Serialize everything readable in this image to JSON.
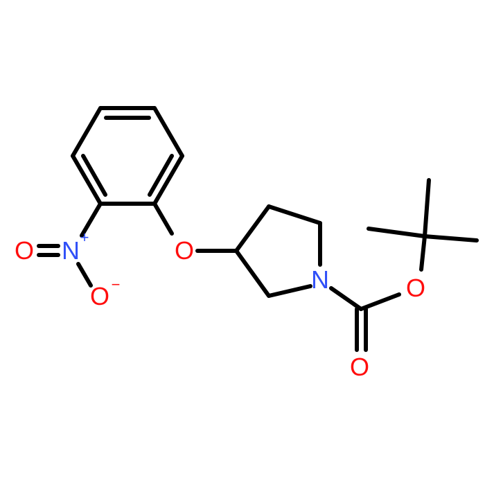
{
  "molecule": {
    "atoms": {
      "nitro_o_left": "O",
      "nitro_n": "N",
      "nitro_n_charge": "+",
      "nitro_o_bottom": "O",
      "nitro_o_charge": "−",
      "ether_o": "O",
      "ring_n": "N",
      "ester_o": "O",
      "carbonyl_o": "O"
    },
    "colors": {
      "bond": "#000000",
      "oxygen": "#ff0d0d",
      "nitrogen": "#3050f8"
    }
  }
}
